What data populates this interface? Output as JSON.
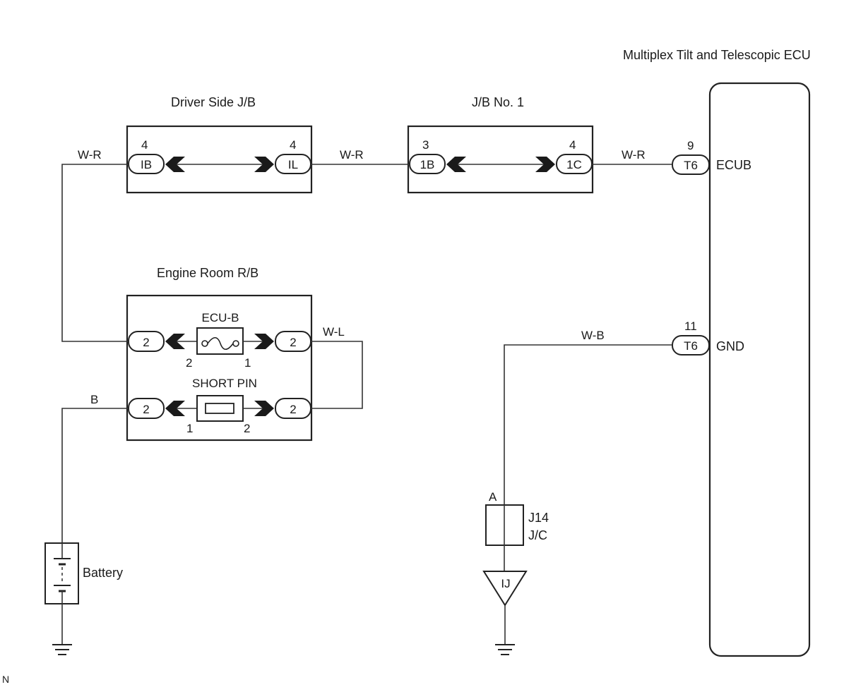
{
  "ecu": {
    "title": "Multiplex Tilt and Telescopic ECU",
    "ecub_label": "ECUB",
    "gnd_label": "GND",
    "ecub_pin": "9",
    "ecub_connector": "T6",
    "gnd_pin": "11",
    "gnd_connector": "T6"
  },
  "driver_jb": {
    "title": "Driver Side J/B",
    "left_pin": "4",
    "left_connector": "IB",
    "right_pin": "4",
    "right_connector": "IL"
  },
  "jb1": {
    "title": "J/B No. 1",
    "left_pin": "3",
    "left_connector": "1B",
    "right_pin": "4",
    "right_connector": "1C"
  },
  "engine_rb": {
    "title": "Engine Room R/B",
    "fuse_label": "ECU-B",
    "fuse_left_conn": "2",
    "fuse_right_conn": "2",
    "fuse_pin_left": "2",
    "fuse_pin_right": "1",
    "shortpin_label": "SHORT PIN",
    "shortpin_left_conn": "2",
    "shortpin_right_conn": "2",
    "shortpin_pin_left": "1",
    "shortpin_pin_right": "2"
  },
  "wires": {
    "wr1": "W-R",
    "wr2": "W-R",
    "wr3": "W-R",
    "wl": "W-L",
    "wb": "W-B",
    "b": "B"
  },
  "battery": {
    "label": "Battery"
  },
  "junction": {
    "pin": "A",
    "name": "J14",
    "type": "J/C",
    "ground_label": "IJ"
  },
  "corner_mark": "N"
}
